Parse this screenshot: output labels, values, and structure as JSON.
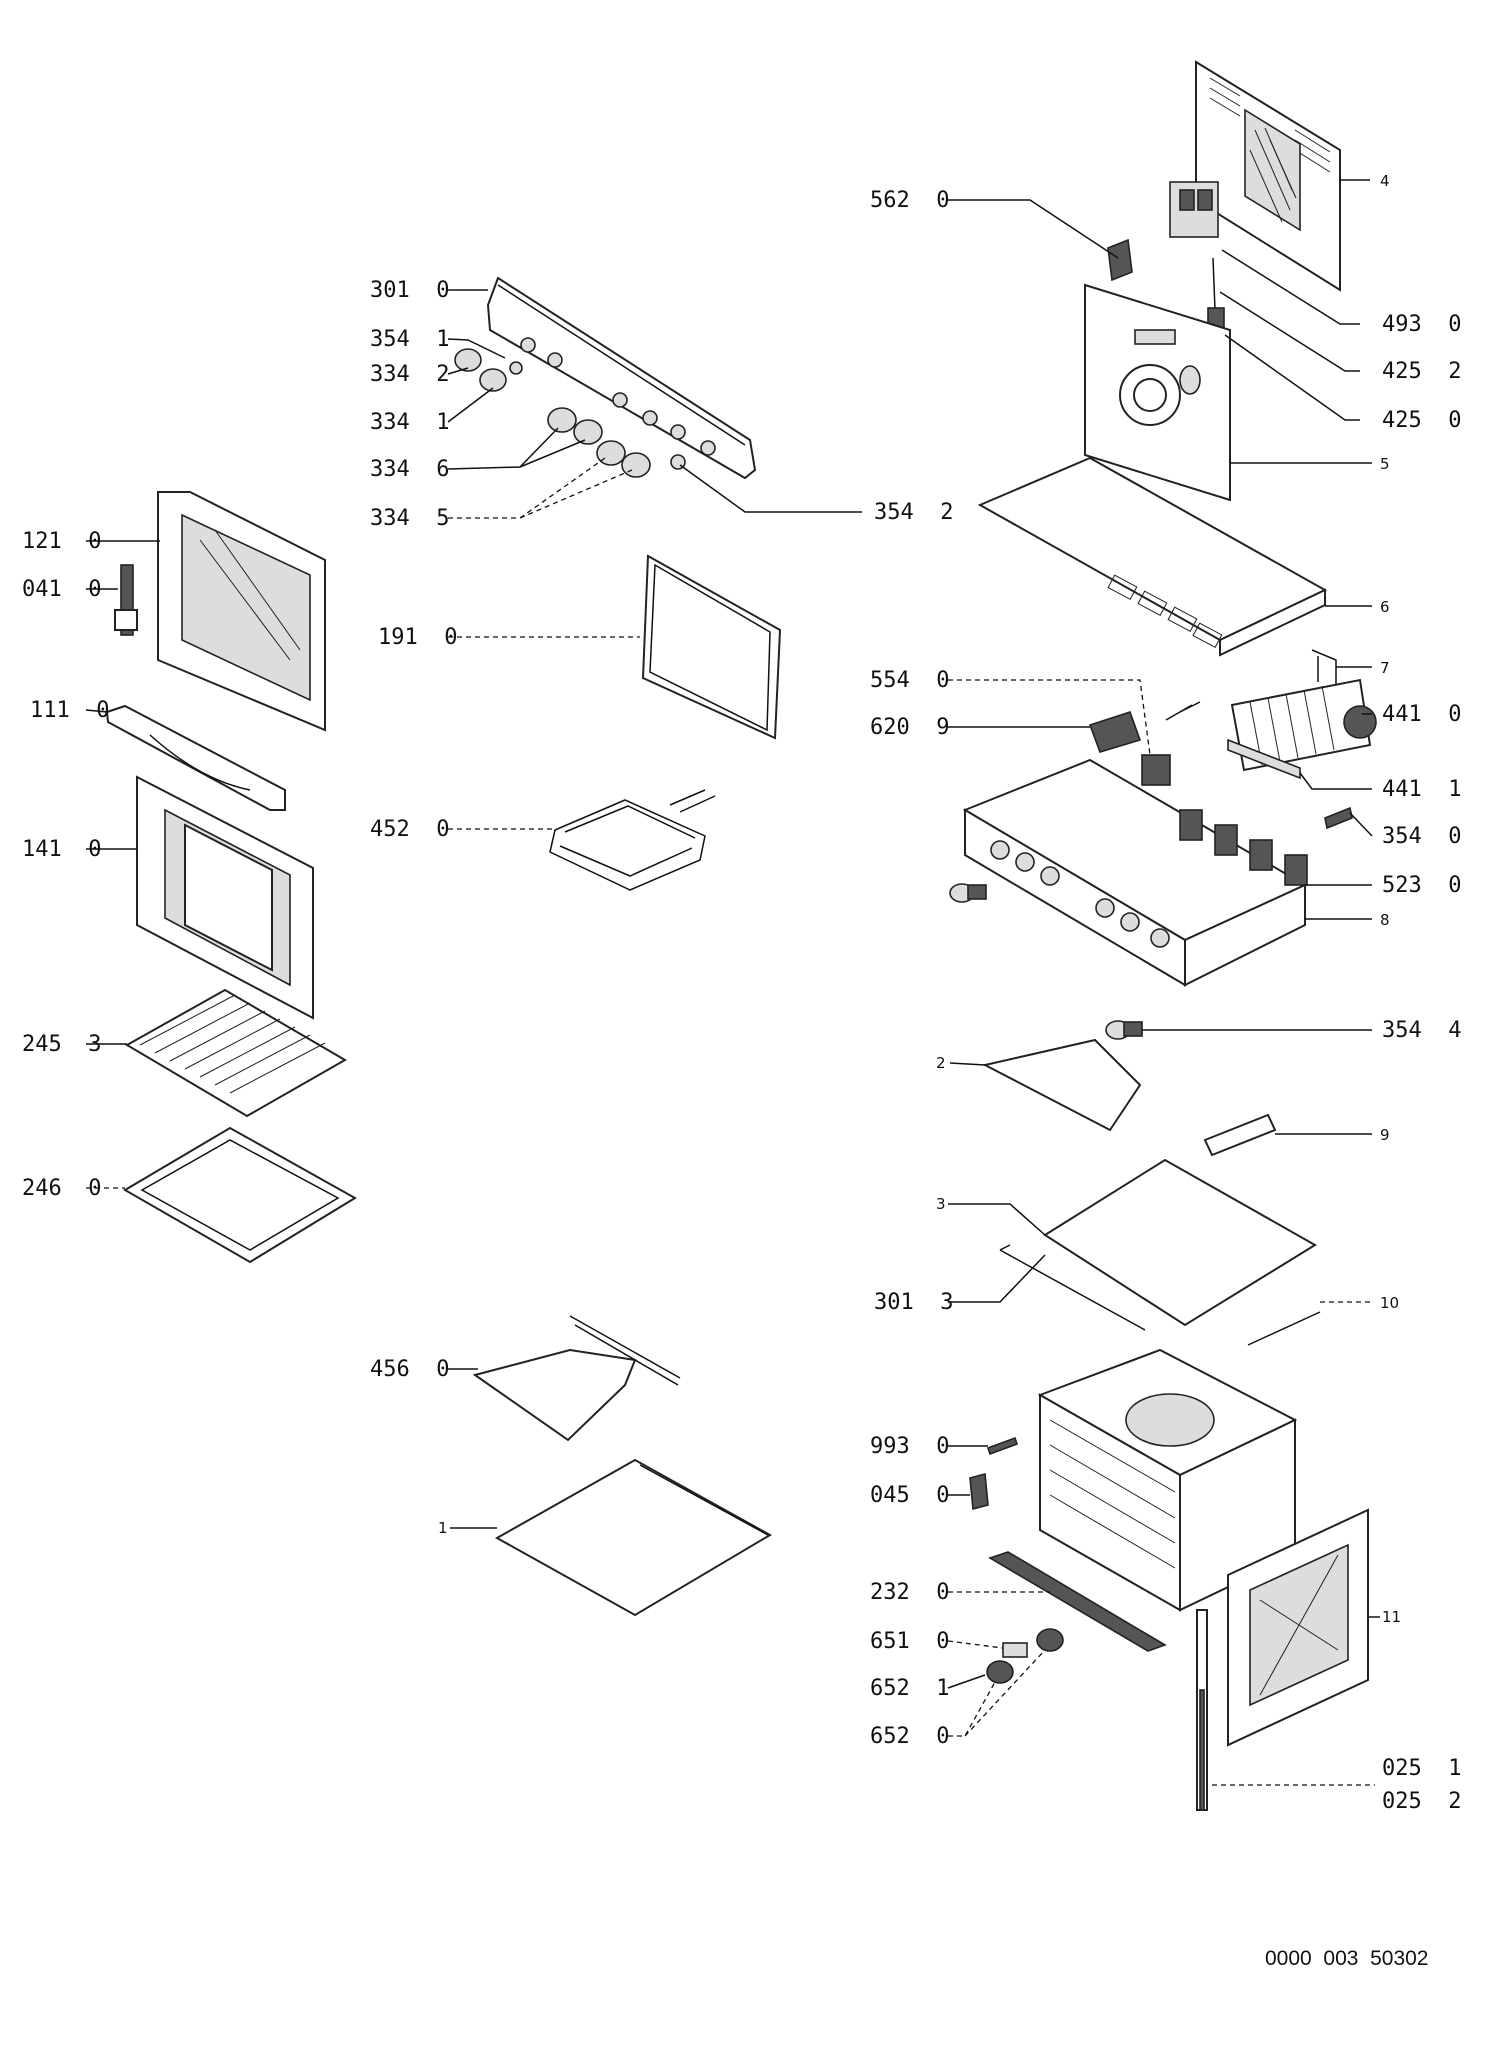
{
  "labels": {
    "l_562_0": "562  0",
    "l_301_0": "301  0",
    "l_354_1": "354  1",
    "l_334_2": "334  2",
    "l_334_1": "334  1",
    "l_334_6": "334  6",
    "l_334_5": "334  5",
    "l_354_2": "354  2",
    "l_121_0": "121  0",
    "l_041_0": "041  0",
    "l_191_0": "191  0",
    "l_111_0": "111  0",
    "l_141_0": "141  0",
    "l_452_0": "452  0",
    "l_245_3": "245  3",
    "l_246_0": "246  0",
    "l_456_0": "456  0",
    "l_1": "1",
    "l_4": "4",
    "l_493_0": "493  0",
    "l_425_2": "425  2",
    "l_425_0": "425  0",
    "l_5": "5",
    "l_6": "6",
    "l_7": "7",
    "l_554_0": "554  0",
    "l_620_9": "620  9",
    "l_441_0": "441  0",
    "l_441_1": "441  1",
    "l_354_0": "354  0",
    "l_523_0": "523  0",
    "l_8": "8",
    "l_354_4": "354  4",
    "l_2": "2",
    "l_9": "9",
    "l_3": "3",
    "l_301_3": "301  3",
    "l_10": "10",
    "l_993_0": "993  0",
    "l_045_0": "045  0",
    "l_232_0": "232  0",
    "l_651_0": "651  0",
    "l_652_1": "652  1",
    "l_652_0": "652  0",
    "l_11": "11",
    "l_025_1": "025  1",
    "l_025_2": "025  2"
  },
  "document_code": "0000  003  50302"
}
